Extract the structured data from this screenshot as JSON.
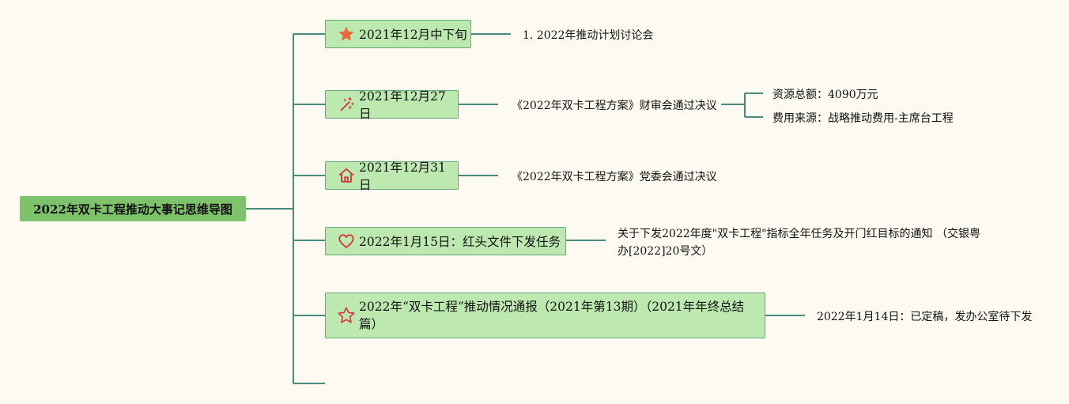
{
  "root": {
    "label": "2022年双卡工程推动大事记思维导图"
  },
  "branches": [
    {
      "label": "2021年12月中下旬",
      "icon": "star-filled-icon",
      "children": [
        {
          "label": "1. 2022年推动计划讨论会"
        }
      ]
    },
    {
      "label": "2021年12月27日",
      "icon": "magic-wand-icon",
      "children": [
        {
          "label": "《2022年双卡工程方案》财审会通过决议",
          "children": [
            {
              "label": "资源总额：4090万元"
            },
            {
              "label": "费用来源：战略推动费用-主席台工程"
            }
          ]
        }
      ]
    },
    {
      "label": "2021年12月31日",
      "icon": "house-icon",
      "children": [
        {
          "label": "《2022年双卡工程方案》党委会通过决议"
        }
      ]
    },
    {
      "label": "2022年1月15日：红头文件下发任务",
      "icon": "heart-icon",
      "children": [
        {
          "label": "关于下发2022年度\"双卡工程\"指标全年任务及开门红目标的通知 （交银粤办[2022]20号文）"
        }
      ]
    },
    {
      "label": "2022年“双卡工程”推动情况通报（2021年第13期）（2021年年终总结篇）",
      "icon": "star-outline-icon",
      "children": [
        {
          "label": "2022年1月14日：已定稿，发办公室待下发"
        }
      ]
    }
  ],
  "colors": {
    "background": "#fdfbf1",
    "root_fill": "#7ec26c",
    "node_fill": "#bde9b1",
    "node_border": "#63a97a",
    "connector": "#4a8a7e",
    "icon_orange": "#e8693a",
    "icon_red": "#d2363a"
  }
}
